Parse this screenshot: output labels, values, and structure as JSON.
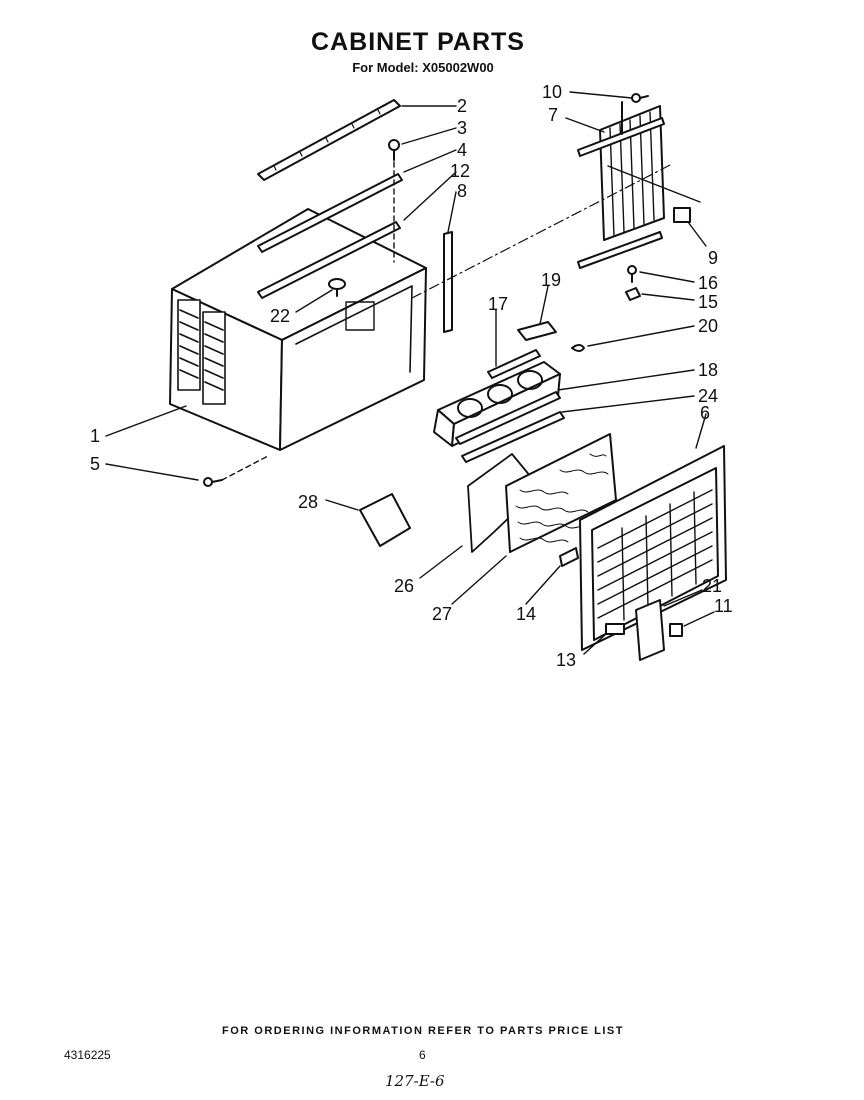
{
  "header": {
    "title": "CABINET PARTS",
    "model_line": "For Model: X05002W00"
  },
  "callouts": [
    {
      "id": "c2",
      "label": "2"
    },
    {
      "id": "c3",
      "label": "3"
    },
    {
      "id": "c4",
      "label": "4"
    },
    {
      "id": "c12",
      "label": "12"
    },
    {
      "id": "c8",
      "label": "8"
    },
    {
      "id": "c10",
      "label": "10"
    },
    {
      "id": "c7",
      "label": "7"
    },
    {
      "id": "c9",
      "label": "9"
    },
    {
      "id": "c16",
      "label": "16"
    },
    {
      "id": "c15",
      "label": "15"
    },
    {
      "id": "c17",
      "label": "17"
    },
    {
      "id": "c19",
      "label": "19"
    },
    {
      "id": "c20",
      "label": "20"
    },
    {
      "id": "c22",
      "label": "22"
    },
    {
      "id": "c18",
      "label": "18"
    },
    {
      "id": "c24",
      "label": "24"
    },
    {
      "id": "c6",
      "label": "6"
    },
    {
      "id": "c1",
      "label": "1"
    },
    {
      "id": "c5",
      "label": "5"
    },
    {
      "id": "c28",
      "label": "28"
    },
    {
      "id": "c26",
      "label": "26"
    },
    {
      "id": "c27",
      "label": "27"
    },
    {
      "id": "c14",
      "label": "14"
    },
    {
      "id": "c21",
      "label": "21"
    },
    {
      "id": "c11",
      "label": "11"
    },
    {
      "id": "c13",
      "label": "13"
    }
  ],
  "footer": {
    "ordering_note": "FOR ORDERING INFORMATION REFER TO PARTS PRICE LIST",
    "doc_number": "4316225",
    "page_number": "6",
    "handwritten_note": "127-E-6"
  }
}
